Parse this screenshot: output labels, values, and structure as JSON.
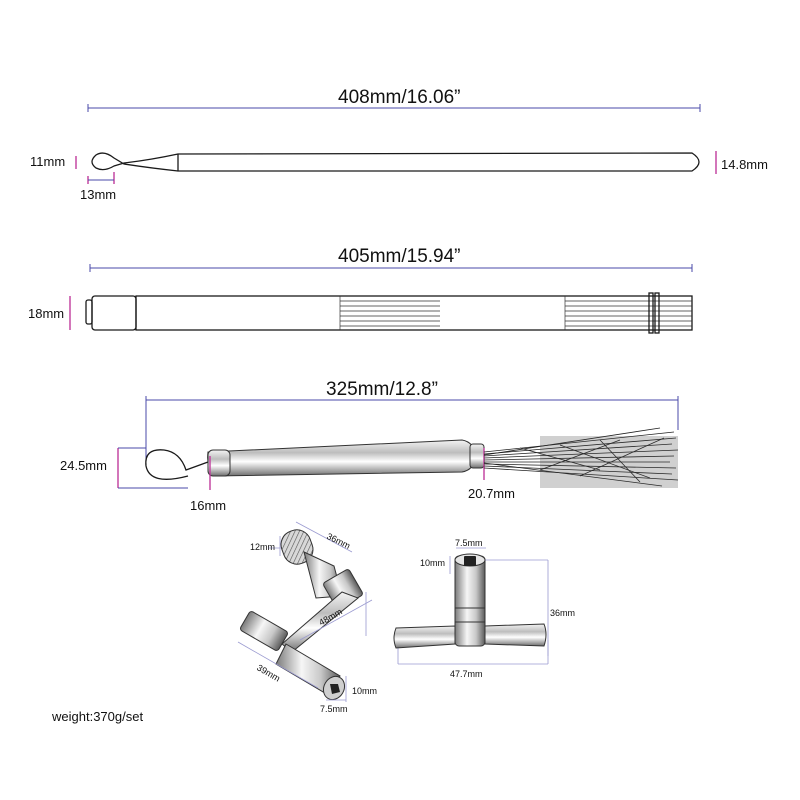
{
  "labels": {
    "stick_length": "408mm/16.06”",
    "stick_tip": "11mm",
    "stick_tip_len": "13mm",
    "stick_butt": "14.8mm",
    "retract_length": "405mm/15.94”",
    "retract_dia": "18mm",
    "wire_length": "325mm/12.8”",
    "wire_loop": "24.5mm",
    "wire_grip": "16mm",
    "wire_bristle": "20.7mm",
    "key1_head": "12mm",
    "key1_top": "36mm",
    "key1_arm": "48mm",
    "key1_side": "39mm",
    "key1_socket": "10mm",
    "key1_socket_w": "7.5mm",
    "key2_socket_w": "7.5mm",
    "key2_socket": "10mm",
    "key2_height": "36mm",
    "key2_width": "47.7mm",
    "weight": "weight:370g/set"
  },
  "colors": {
    "dimension_line": "#4a4aa8",
    "dimension_tick": "#c03b9c",
    "outline": "#1a1a1a"
  }
}
